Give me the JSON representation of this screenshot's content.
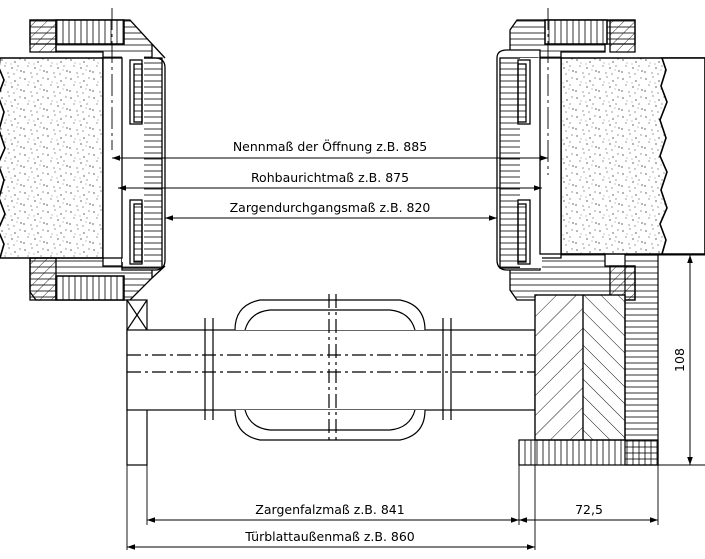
{
  "dimensions": {
    "nennmass": "Nennmaß der Öffnung z.B. 885",
    "rohbaurichtmass": "Rohbaurichtmaß z.B. 875",
    "zargendurchgangsmass": "Zargendurchgangsmaß z.B. 820",
    "zargenfalzmass": "Zargenfalzmaß z.B. 841",
    "tuerblattaussenmass": "Türblattaußenmaß z.B. 860",
    "falz_tiefe": "72,5",
    "hoehe": "108"
  },
  "colors": {
    "line": "#000000",
    "background": "#ffffff",
    "wall_fill": "#ffffff"
  }
}
